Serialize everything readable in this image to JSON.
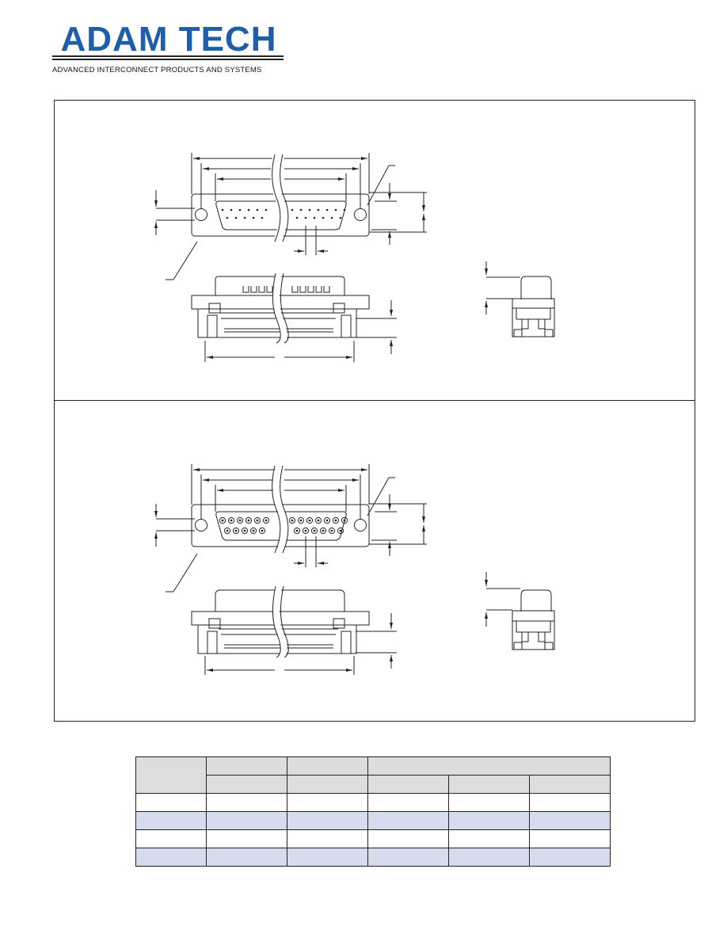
{
  "brand": {
    "name": "ADAM TECH",
    "tagline": "ADVANCED INTERCONNECT PRODUCTS AND SYSTEMS",
    "color": "#1f5ea8"
  },
  "drawings": {
    "male": {
      "contact_style": "pin"
    },
    "female": {
      "contact_style": "socket"
    }
  },
  "table": {
    "header_fill": "#dddddd",
    "row_stripe": "#d5dcee",
    "header_row1": [
      "",
      "",
      "",
      ""
    ],
    "header_row2": [
      "",
      "",
      "",
      "",
      ""
    ],
    "rows": [
      [
        "",
        "",
        "",
        "",
        "",
        ""
      ],
      [
        "",
        "",
        "",
        "",
        "",
        ""
      ],
      [
        "",
        "",
        "",
        "",
        "",
        ""
      ],
      [
        "",
        "",
        "",
        "",
        "",
        ""
      ]
    ]
  }
}
